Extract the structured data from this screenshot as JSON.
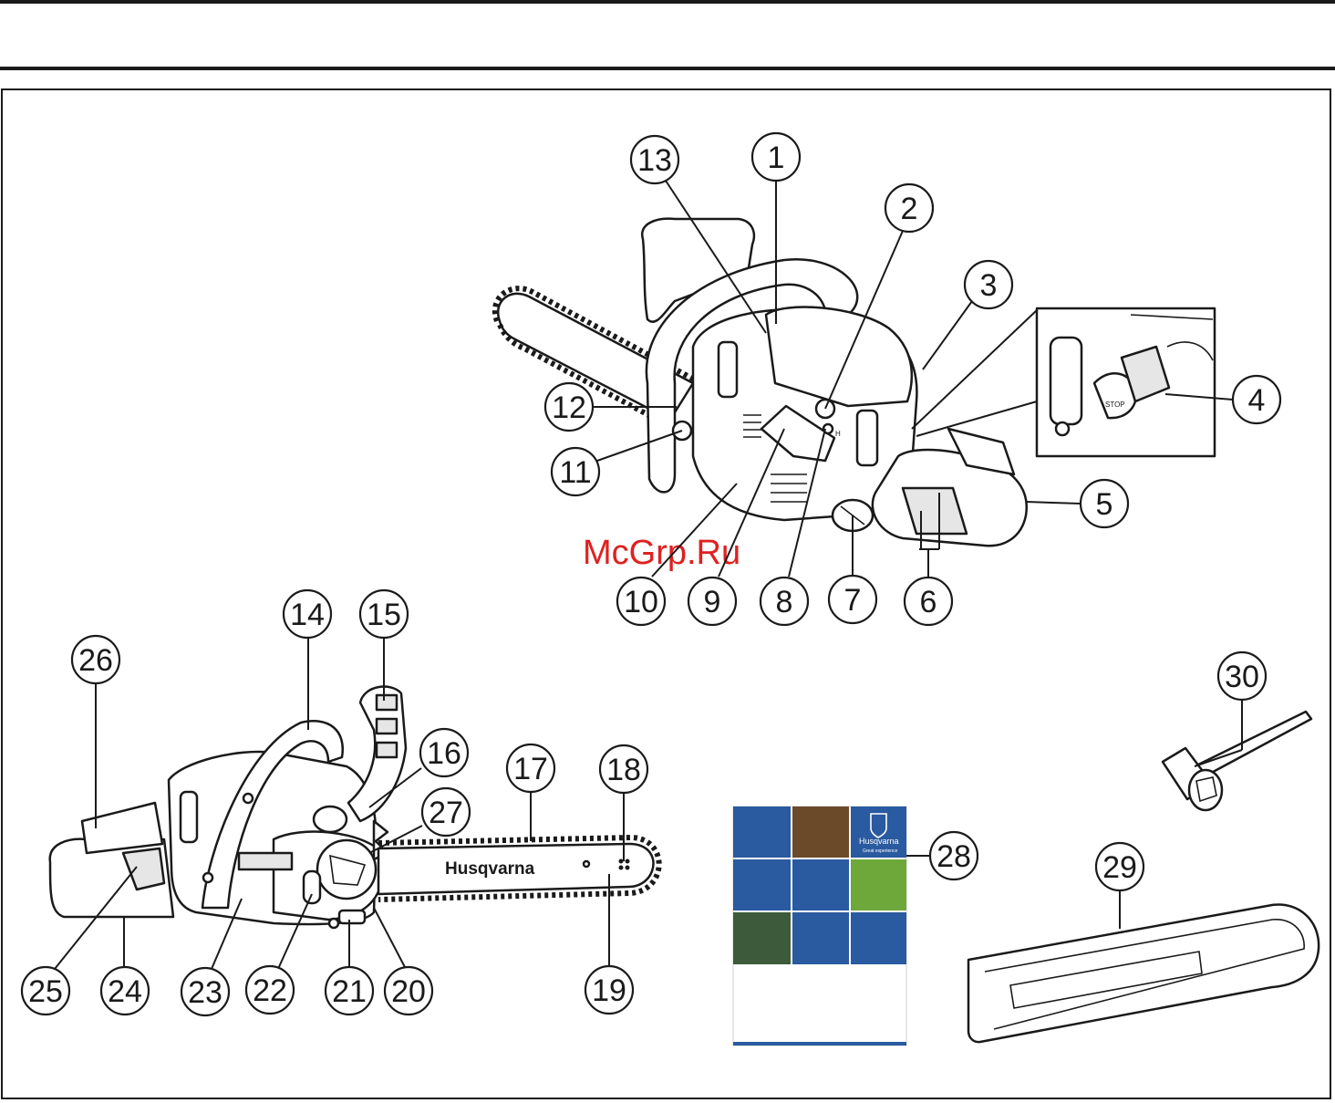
{
  "watermark": "McGrp.Ru",
  "brand_label": "Husqvarna",
  "manual_cover": {
    "brand": "Husqvarna",
    "tagline": "Great experience"
  },
  "stop_label": "STOP",
  "choke_mark": "H",
  "callouts": [
    "1",
    "2",
    "3",
    "4",
    "5",
    "6",
    "7",
    "8",
    "9",
    "10",
    "11",
    "12",
    "13",
    "14",
    "15",
    "16",
    "17",
    "18",
    "19",
    "20",
    "21",
    "22",
    "23",
    "24",
    "25",
    "26",
    "27",
    "28",
    "29",
    "30"
  ],
  "colors": {
    "line": "#1a1a1a",
    "manual_blue": "#2a5aa0",
    "watermark_red": "#e02020"
  }
}
